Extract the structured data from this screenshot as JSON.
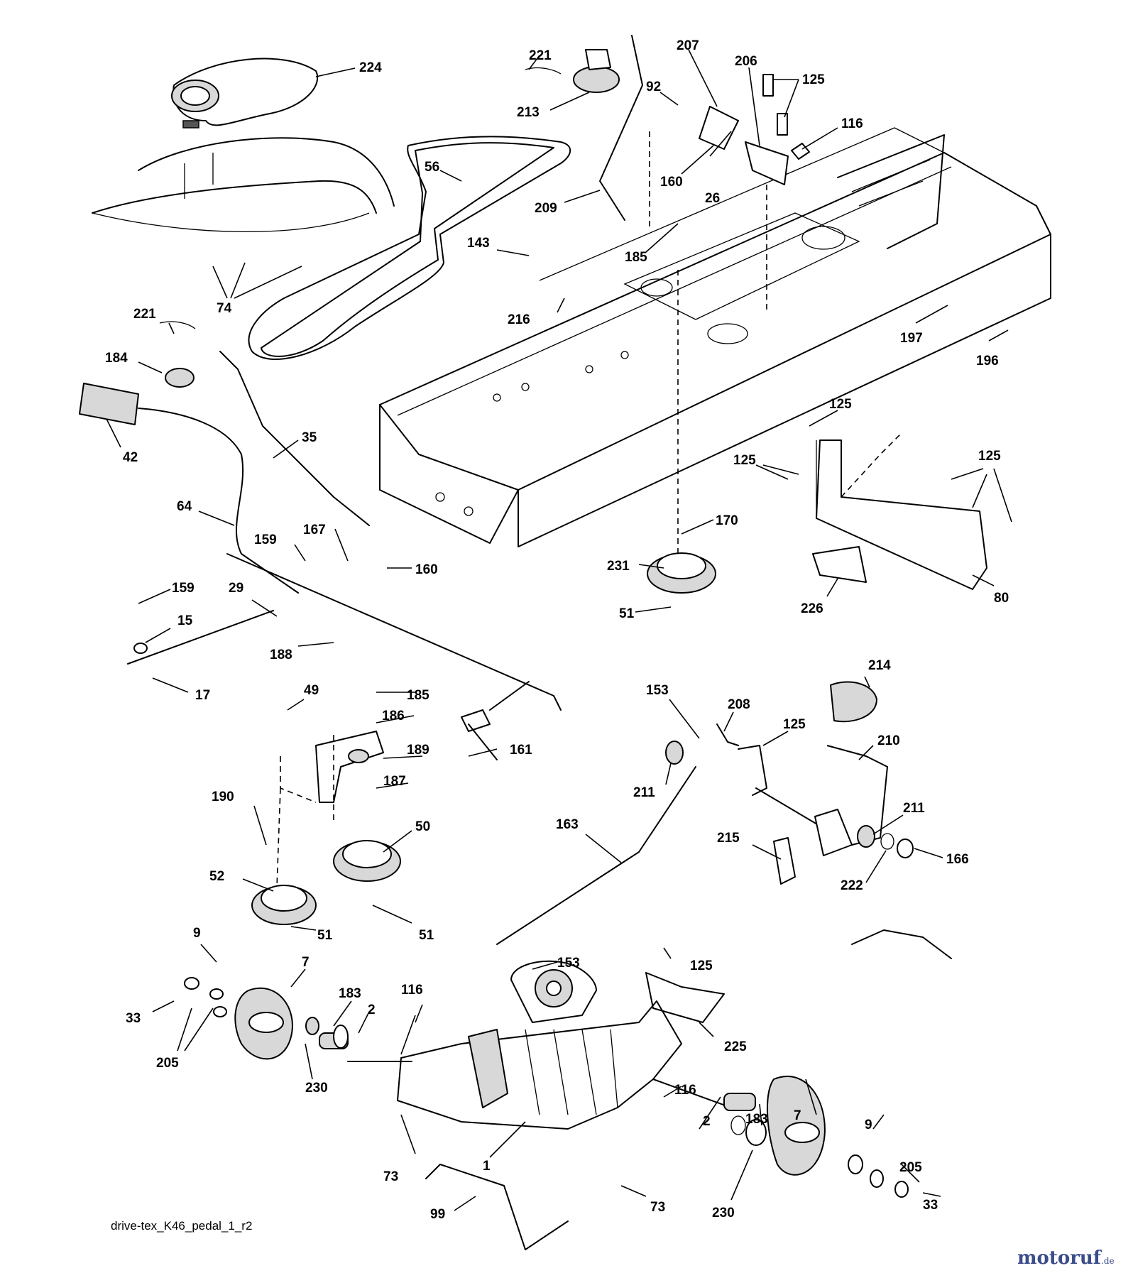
{
  "caption": "drive-tex_K46_pedal_1_r2",
  "watermark": {
    "brand": "motoruf",
    "suffix": ".de",
    "brand_color": "#3a4c8a",
    "accent_color": "#e07a10"
  },
  "labels": [
    "224",
    "221",
    "213",
    "207",
    "206",
    "125",
    "92",
    "116",
    "160",
    "26",
    "56",
    "209",
    "185",
    "143",
    "216",
    "197",
    "196",
    "74",
    "221",
    "184",
    "42",
    "35",
    "64",
    "159",
    "167",
    "160",
    "29",
    "159",
    "15",
    "17",
    "188",
    "49",
    "185",
    "186",
    "189",
    "187",
    "161",
    "190",
    "52",
    "50",
    "51",
    "51",
    "170",
    "231",
    "51",
    "125",
    "125",
    "125",
    "80",
    "226",
    "153",
    "208",
    "214",
    "125",
    "210",
    "211",
    "211",
    "163",
    "215",
    "166",
    "222",
    "9",
    "7",
    "33",
    "205",
    "183",
    "2",
    "116",
    "230",
    "153",
    "125",
    "225",
    "116",
    "2",
    "183",
    "7",
    "9",
    "205",
    "33",
    "73",
    "1",
    "73",
    "99",
    "230"
  ]
}
